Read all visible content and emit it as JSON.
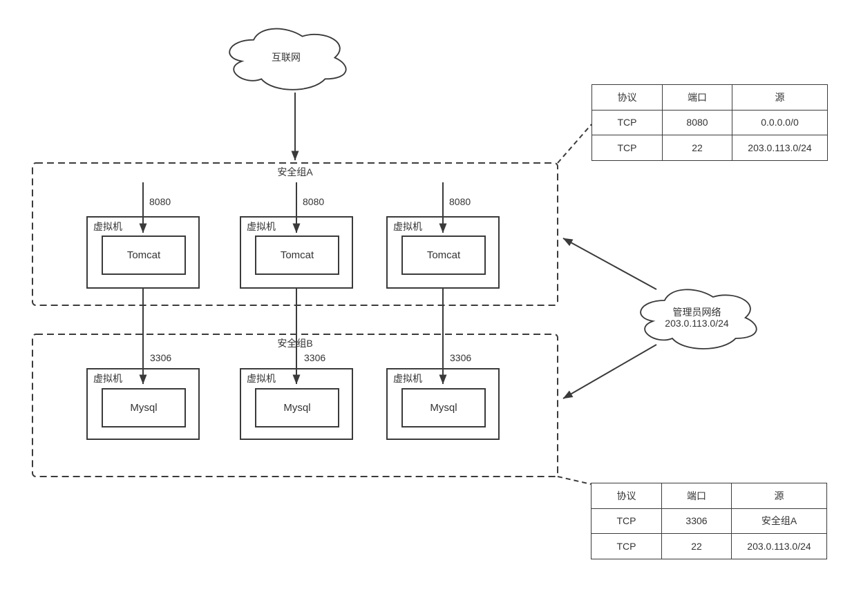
{
  "colors": {
    "stroke": "#3a3a3a",
    "text": "#333333",
    "background": "#ffffff"
  },
  "internet_cloud": {
    "label": "互联网"
  },
  "admin_cloud": {
    "name": "管理员网络",
    "cidr": "203.0.113.0/24"
  },
  "security_group_a": {
    "label": "安全组A",
    "vms": [
      {
        "label": "虚拟机",
        "service": "Tomcat",
        "port": "8080"
      },
      {
        "label": "虚拟机",
        "service": "Tomcat",
        "port": "8080"
      },
      {
        "label": "虚拟机",
        "service": "Tomcat",
        "port": "8080"
      }
    ]
  },
  "security_group_b": {
    "label": "安全组B",
    "vms": [
      {
        "label": "虚拟机",
        "service": "Mysql",
        "port": "3306"
      },
      {
        "label": "虚拟机",
        "service": "Mysql",
        "port": "3306"
      },
      {
        "label": "虚拟机",
        "service": "Mysql",
        "port": "3306"
      }
    ]
  },
  "rule_table_a": {
    "headers": [
      "协议",
      "端口",
      "源"
    ],
    "rows": [
      [
        "TCP",
        "8080",
        "0.0.0.0/0"
      ],
      [
        "TCP",
        "22",
        "203.0.113.0/24"
      ]
    ]
  },
  "rule_table_b": {
    "headers": [
      "协议",
      "端口",
      "源"
    ],
    "rows": [
      [
        "TCP",
        "3306",
        "安全组A"
      ],
      [
        "TCP",
        "22",
        "203.0.113.0/24"
      ]
    ]
  }
}
